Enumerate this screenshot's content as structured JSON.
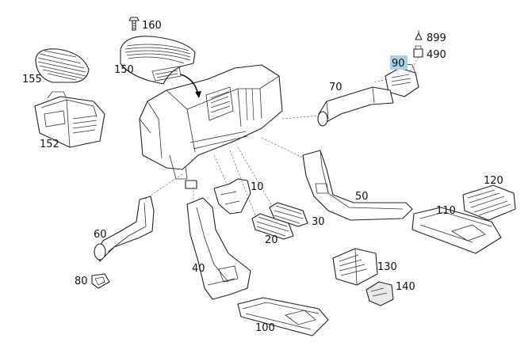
{
  "diagram": {
    "highlight_color": "#a9d3e8",
    "line_color": "#222222",
    "callouts": {
      "p10": "10",
      "p20": "20",
      "p30": "30",
      "p40": "40",
      "p50": "50",
      "p60": "60",
      "p70": "70",
      "p80": "80",
      "p90": "90",
      "p100": "100",
      "p110": "110",
      "p120": "120",
      "p130": "130",
      "p140": "140",
      "p150": "150",
      "p152": "152",
      "p155": "155",
      "p160": "160",
      "p490": "490",
      "p899": "899"
    },
    "highlighted_part": "90"
  }
}
